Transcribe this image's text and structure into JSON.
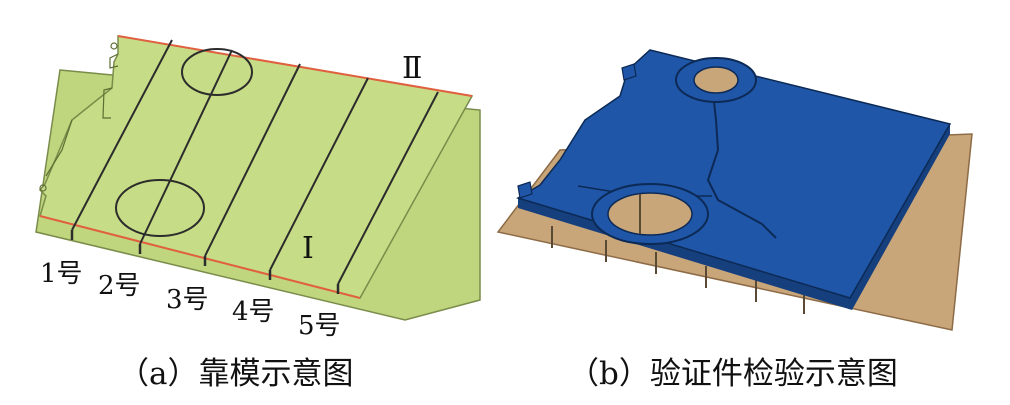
{
  "panel_a": {
    "caption": "（a）靠模示意图",
    "rib_labels": [
      "1号",
      "2号",
      "3号",
      "4号",
      "5号"
    ],
    "edge_labels": {
      "top": "Ⅱ",
      "bottom": "Ⅰ"
    },
    "colors": {
      "plate": "#c6dc86",
      "plate_edge": "#7a8c4a",
      "rib_line": "#2c2c2c",
      "edge_line": "#e06040"
    }
  },
  "panel_b": {
    "caption": "（b）验证件检验示意图",
    "colors": {
      "top_plate": "#1f56a8",
      "top_plate_dark": "#163f7e",
      "base_plate": "#c9a57a",
      "base_plate_edge": "#8d6b46",
      "line": "#0c2a55"
    }
  }
}
